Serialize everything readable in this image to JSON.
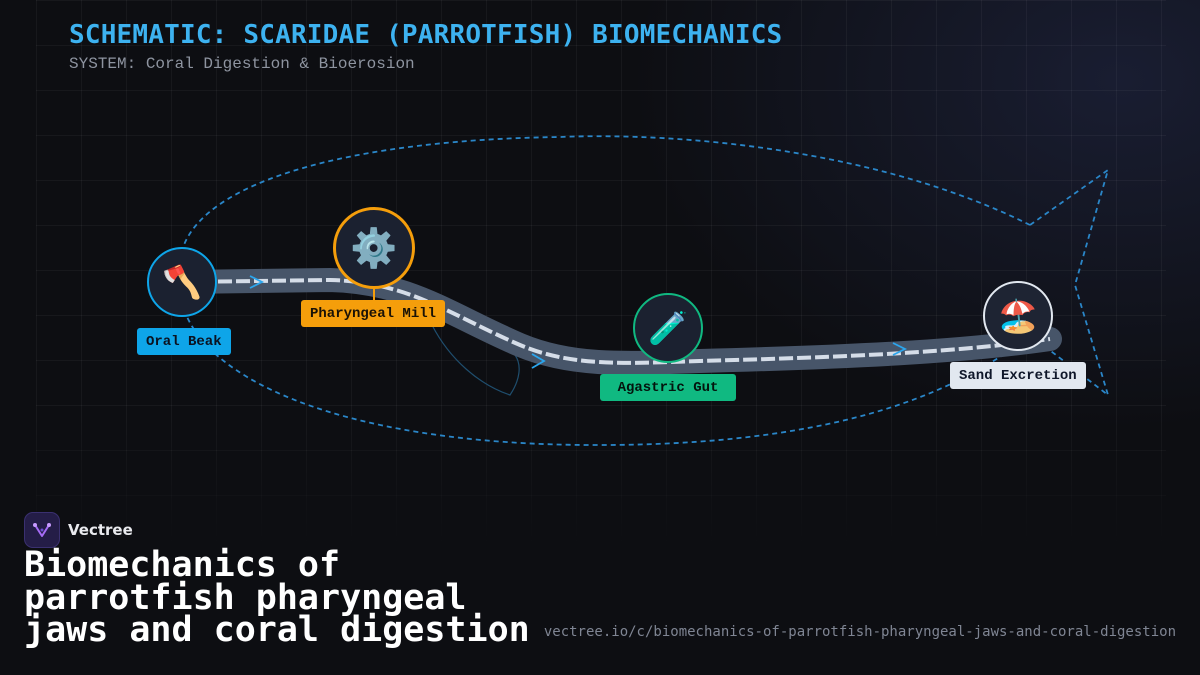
{
  "header": {
    "title": "SCHEMATIC: SCARIDAE (PARROTFISH) BIOMECHANICS",
    "subtitle": "SYSTEM: Coral Digestion & Bioerosion"
  },
  "diagram": {
    "nodes": [
      {
        "id": "oral-beak",
        "label": "Oral Beak",
        "icon": "axe-icon",
        "glyph": "🪓",
        "color": "#0ea5e9",
        "label_text_color": "#0b1220"
      },
      {
        "id": "pharyngeal-mill",
        "label": "Pharyngeal Mill",
        "icon": "gear-icon",
        "glyph": "⚙️",
        "color": "#f59e0b",
        "label_text_color": "#1a1206"
      },
      {
        "id": "agastric-gut",
        "label": "Agastric Gut",
        "icon": "test-tube-icon",
        "glyph": "🧪",
        "color": "#10b981",
        "label_text_color": "#04140d"
      },
      {
        "id": "sand-excretion",
        "label": "Sand Excretion",
        "icon": "beach-umbrella-icon",
        "glyph": "🏖️",
        "color": "#e2e8f0",
        "label_text_color": "#0f172a"
      }
    ],
    "colors": {
      "fish_outline": "#2a86c8",
      "flow_tube": "#475569",
      "flow_dash": "#d5dde8",
      "arrow": "#2ba6ee"
    }
  },
  "footer": {
    "brand": "Vectree",
    "brand_icon": "vectree-logo-icon",
    "headline": "Biomechanics of parrotfish pharyngeal jaws and coral digestion",
    "url": "vectree.io/c/biomechanics-of-parrotfish-pharyngeal-jaws-and-coral-digestion"
  }
}
